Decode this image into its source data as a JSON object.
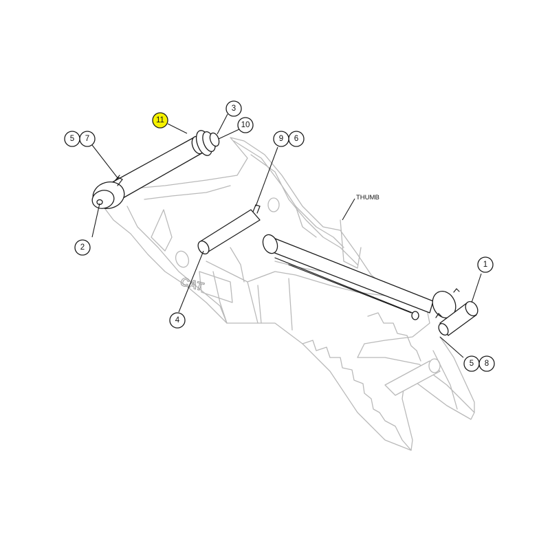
{
  "title": "",
  "labels": {
    "thumb": "THUMB",
    "logo": "CAT"
  },
  "callouts": [
    {
      "id": "c11",
      "text": "11",
      "highlighted": true
    },
    {
      "id": "c3",
      "text": "3",
      "highlighted": false
    },
    {
      "id": "c10",
      "text": "10",
      "highlighted": false
    },
    {
      "id": "c5a",
      "text": "5",
      "highlighted": false
    },
    {
      "id": "c7",
      "text": "7",
      "highlighted": false
    },
    {
      "id": "c9",
      "text": "9",
      "highlighted": false
    },
    {
      "id": "c6",
      "text": "6",
      "highlighted": false
    },
    {
      "id": "c2",
      "text": "2",
      "highlighted": false
    },
    {
      "id": "c4",
      "text": "4",
      "highlighted": false
    },
    {
      "id": "c1",
      "text": "1",
      "highlighted": false
    },
    {
      "id": "c5b",
      "text": "5",
      "highlighted": false
    },
    {
      "id": "c8",
      "text": "8",
      "highlighted": false
    }
  ],
  "colors": {
    "highlight": "#f6f200",
    "outline": "#1a1a1a",
    "faded": "#b9b9b9"
  }
}
